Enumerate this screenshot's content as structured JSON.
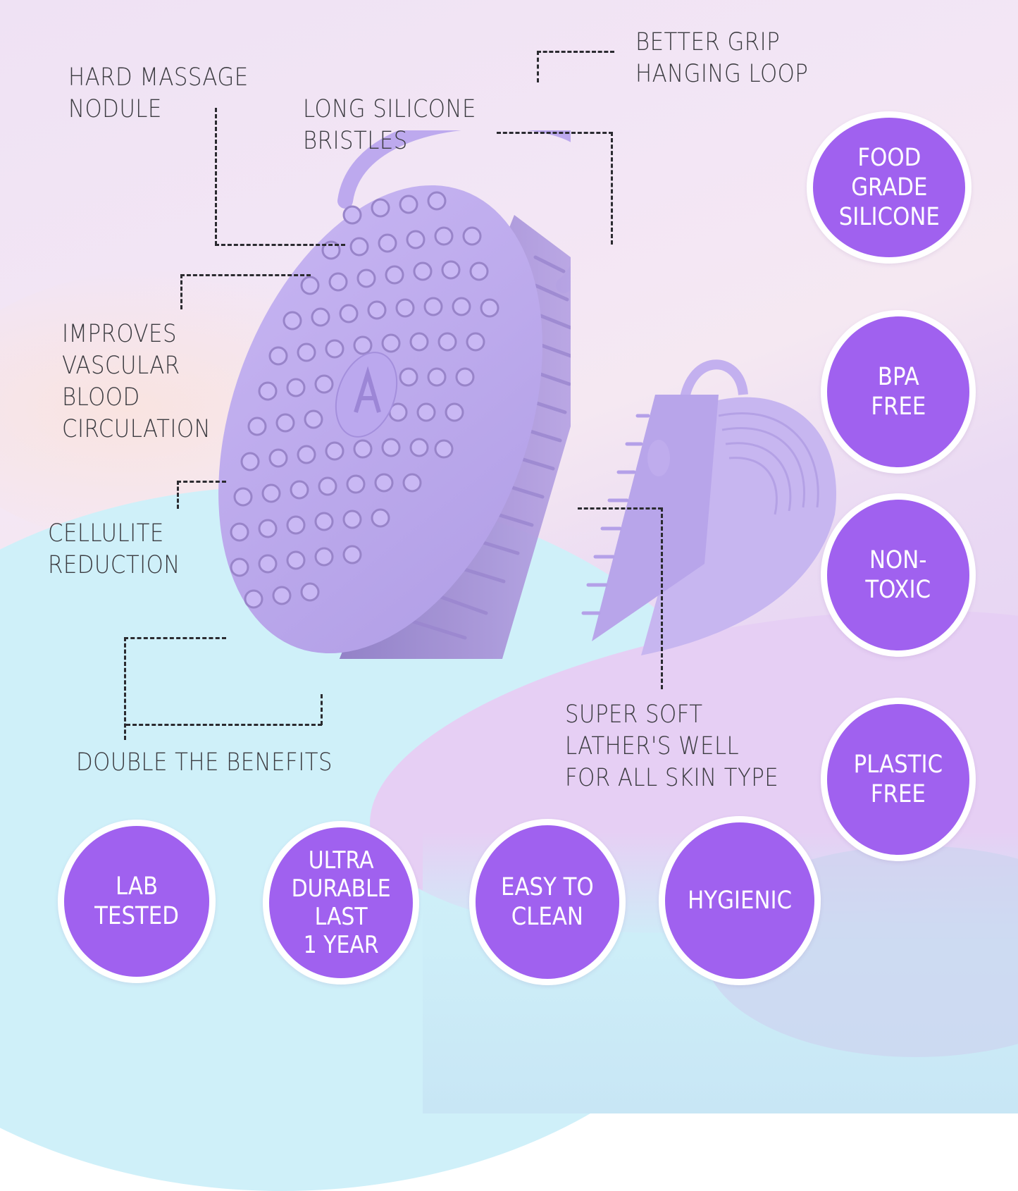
{
  "theme": {
    "badge_color": "#a061ef",
    "badge_border": "#ffffff",
    "text_color": "#3b3b40",
    "product_color": "#c2aef0"
  },
  "callouts": {
    "hard_massage": "HARD MASSAGE\nNODULE",
    "long_bristles": "LONG SILICONE\nBRISTLES",
    "hanging_loop": "BETTER GRIP\nHANGING LOOP",
    "circulation": "IMPROVES\nVASCULAR\nBLOOD\nCIRCULATION",
    "cellulite": "CELLULITE\nREDUCTION",
    "double_benefits": "DOUBLE THE BENEFITS",
    "super_soft": "SUPER SOFT\nLATHER'S WELL\nFOR ALL SKIN TYPE"
  },
  "badges_right": [
    {
      "label": "FOOD\nGRADE\nSILICONE"
    },
    {
      "label": "BPA\nFREE"
    },
    {
      "label": "NON-\nTOXIC"
    },
    {
      "label": "PLASTIC\nFREE"
    }
  ],
  "badges_bottom": [
    {
      "label": "LAB\nTESTED"
    },
    {
      "label": "ULTRA\nDURABLE\nLAST\n1 YEAR"
    },
    {
      "label": "EASY TO\nCLEAN"
    },
    {
      "label": "HYGIENIC"
    }
  ],
  "product": {
    "main_item": "silicone body scrubber",
    "secondary_item": "silicone face scrubber",
    "logo_icon": "brand-logo-icon"
  }
}
